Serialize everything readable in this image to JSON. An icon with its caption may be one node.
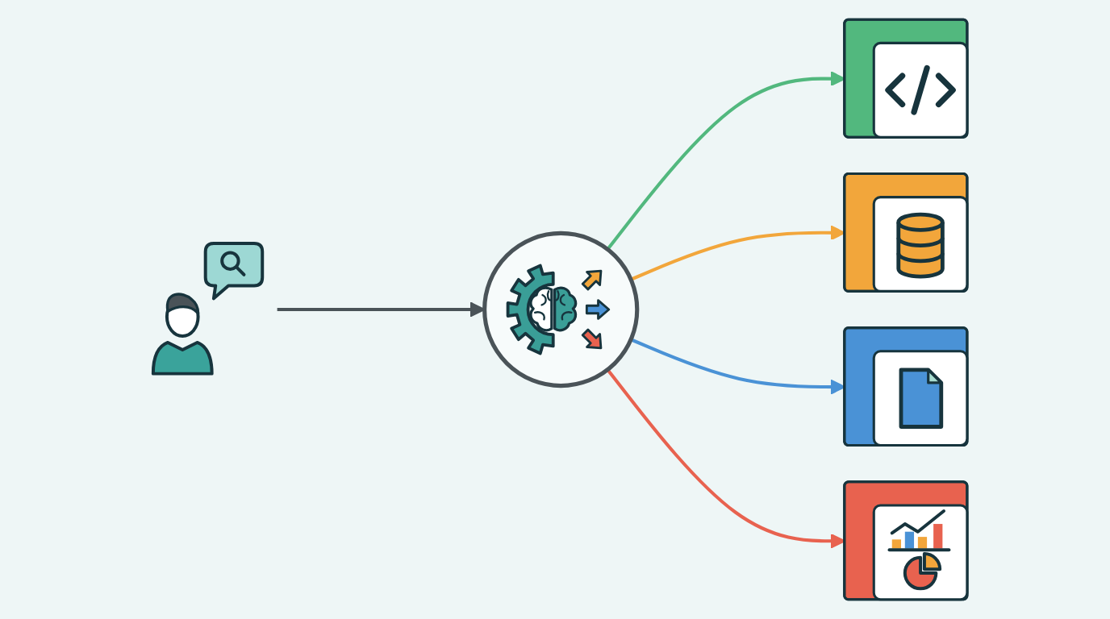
{
  "diagram": {
    "nodes": [
      {
        "text": [],
        "shape": "person"
      },
      {
        "text": [],
        "shape": "circle"
      },
      {
        "text": [],
        "shape": "box"
      },
      {
        "text": [],
        "shape": "box"
      },
      {
        "text": [],
        "shape": "box"
      },
      {
        "text": [],
        "shape": "box"
      }
    ],
    "edges": [
      {
        "from": 0,
        "to": 1,
        "arrow": "to"
      },
      {
        "from": 1,
        "to": 2,
        "arrow": "to",
        "color": "#52b87e"
      },
      {
        "from": 1,
        "to": 3,
        "arrow": "to",
        "color": "#f2a63b"
      },
      {
        "from": 1,
        "to": 4,
        "arrow": "to",
        "color": "#4a92d6"
      },
      {
        "from": 1,
        "to": 5,
        "arrow": "to",
        "color": "#e8624f"
      }
    ]
  }
}
